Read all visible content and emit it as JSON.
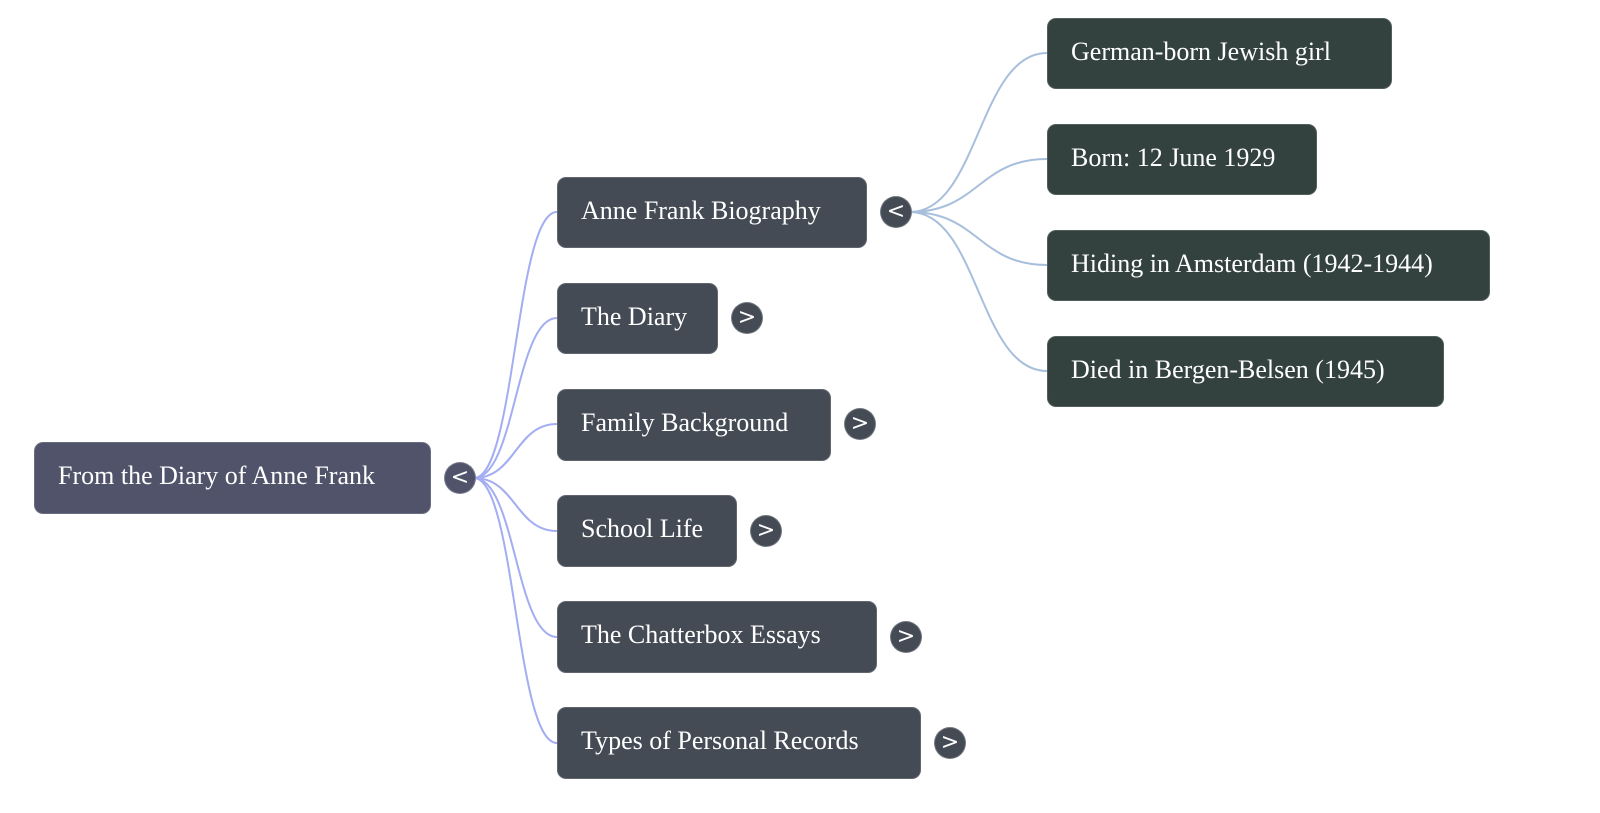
{
  "mindmap": {
    "root": {
      "label": "From the Diary of Anne Frank",
      "toggle": "<",
      "expanded": true
    },
    "children": [
      {
        "label": "Anne Frank Biography",
        "toggle": "<",
        "expanded": true,
        "children": [
          {
            "label": "German-born Jewish girl"
          },
          {
            "label": "Born: 12 June 1929"
          },
          {
            "label": "Hiding in Amsterdam (1942-1944)"
          },
          {
            "label": "Died in Bergen-Belsen (1945)"
          }
        ]
      },
      {
        "label": "The Diary",
        "toggle": ">",
        "expanded": false
      },
      {
        "label": "Family Background",
        "toggle": ">",
        "expanded": false
      },
      {
        "label": "School Life",
        "toggle": ">",
        "expanded": false
      },
      {
        "label": "The Chatterbox Essays",
        "toggle": ">",
        "expanded": false
      },
      {
        "label": "Types of Personal Records",
        "toggle": ">",
        "expanded": false
      }
    ]
  },
  "colors": {
    "root_node": "#50536a",
    "level1_node": "#454b55",
    "level2_node": "#33423f",
    "root_links": "#a3adf2",
    "level1_links": "#a7bfdc",
    "text": "#ffffff",
    "background": "#ffffff"
  }
}
